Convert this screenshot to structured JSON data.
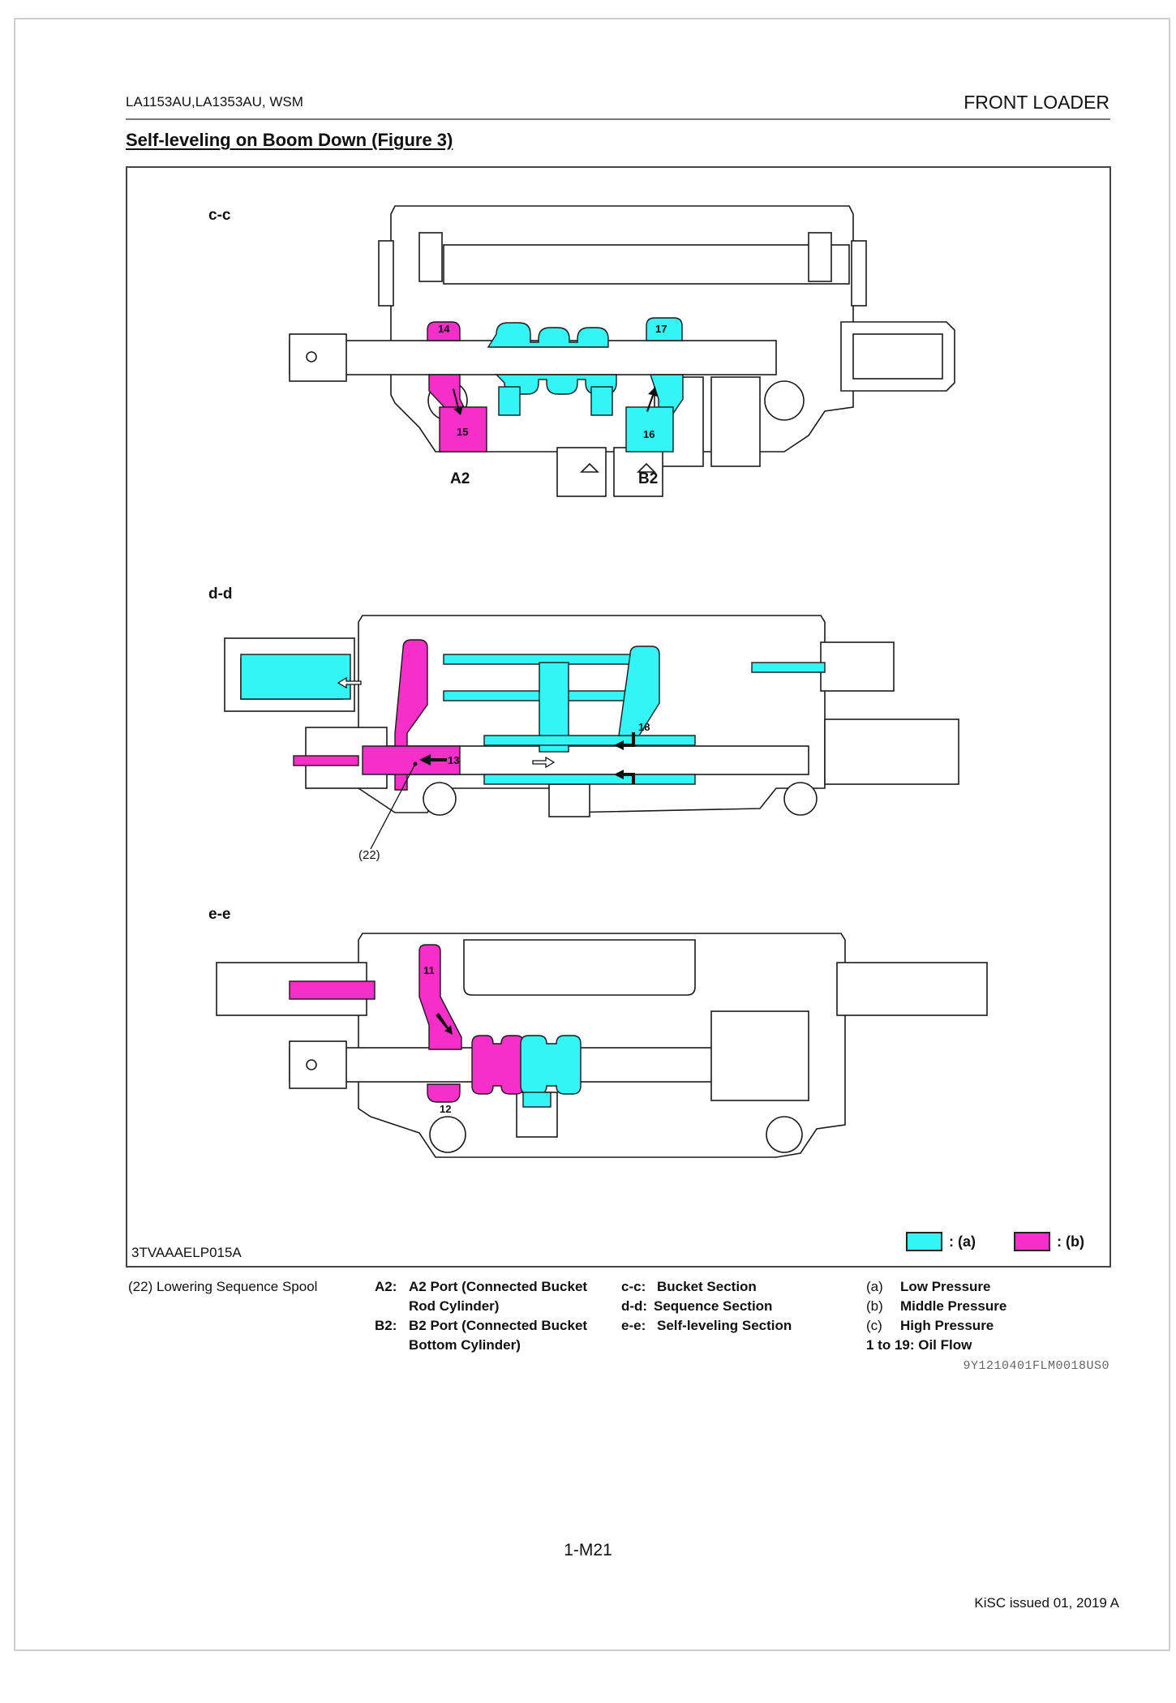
{
  "header": {
    "models": "LA1153AU,LA1353AU, WSM",
    "section": "FRONT LOADER"
  },
  "title": "Self-leveling on Boom Down (Figure 3)",
  "figure": {
    "id": "3TVAAAELP015A",
    "sections": [
      {
        "label": "c-c",
        "callouts": [
          "14",
          "15",
          "16",
          "17"
        ],
        "ports": [
          "A2",
          "B2"
        ]
      },
      {
        "label": "d-d",
        "callouts": [
          "13",
          "18"
        ],
        "part_ref": "(22)"
      },
      {
        "label": "e-e",
        "callouts": [
          "11",
          "12"
        ]
      }
    ],
    "legend": [
      {
        "key": ": (a)",
        "color": "#33f5f5"
      },
      {
        "key": ": (b)",
        "color": "#f52fc8"
      }
    ],
    "colors": {
      "low": "#33f5f5",
      "middle": "#f52fc8",
      "line": "#1a1a1a"
    }
  },
  "captions": {
    "part": "(22) Lowering Sequence Spool",
    "ports": [
      {
        "key": "A2:",
        "text": "A2 Port (Connected Bucket",
        "text2": "Rod Cylinder)"
      },
      {
        "key": "B2:",
        "text": "B2 Port (Connected Bucket",
        "text2": "Bottom Cylinder)"
      }
    ],
    "sections": [
      {
        "key": "c-c:",
        "text": "Bucket Section"
      },
      {
        "key": "d-d:",
        "text": "Sequence Section"
      },
      {
        "key": "e-e:",
        "text": "Self-leveling Section"
      }
    ],
    "pressures": [
      {
        "key": "(a)",
        "text": "Low Pressure"
      },
      {
        "key": "(b)",
        "text": "Middle Pressure"
      },
      {
        "key": "(c)",
        "text": "High Pressure"
      }
    ],
    "flow": "1 to 19: Oil Flow"
  },
  "doc_code": "9Y1210401FLM0018US0",
  "page_number": "1-M21",
  "issued": "KiSC issued 01, 2019 A"
}
